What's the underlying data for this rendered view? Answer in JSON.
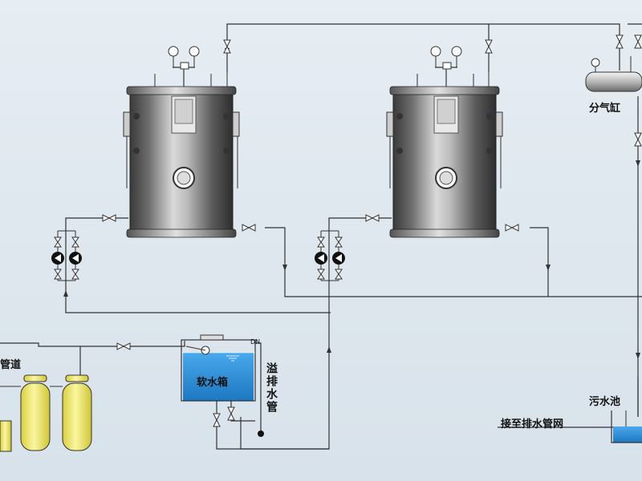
{
  "labels": {
    "steam_header": "分气缸",
    "soft_water_tank": "软水箱",
    "overflow_pipe": "溢排水管",
    "sewage_pit": "污水池",
    "drain_network": "接至排水管网",
    "pipeline": "管道",
    "dn": "DN"
  },
  "colors": {
    "pipe": "#333333",
    "boiler_dark": "#4a4a4a",
    "boiler_light": "#c9c9c9",
    "water": "#2a8fd6",
    "tank_yellow": "#f2ea6a"
  },
  "components": {
    "boilers": 2,
    "feed_pumps_per_boiler": 2,
    "softener_tanks": 2
  }
}
